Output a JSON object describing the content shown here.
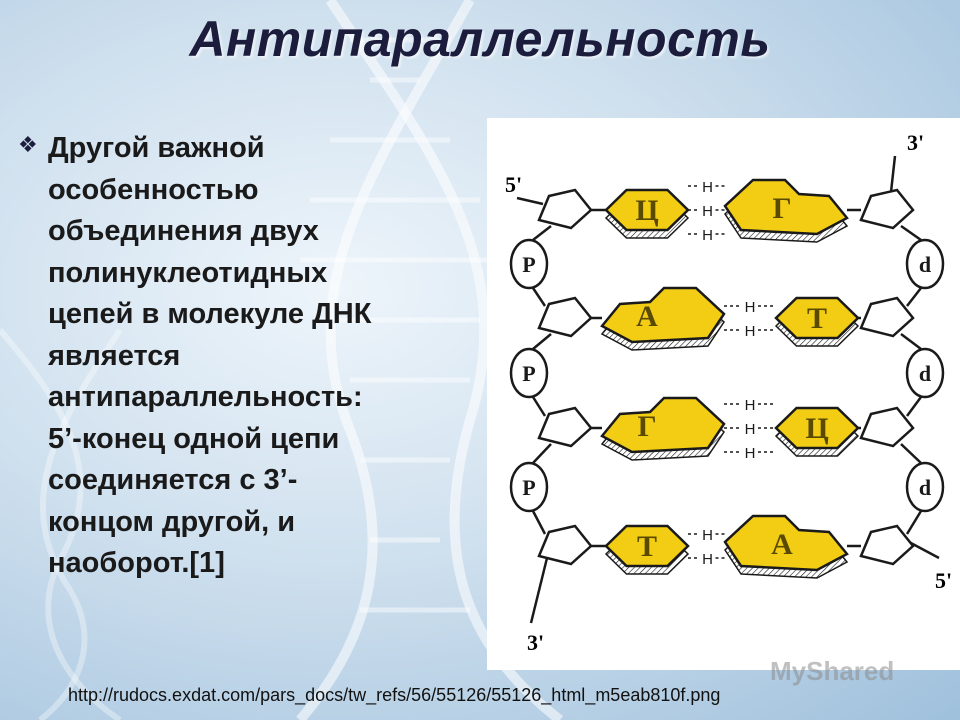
{
  "slide": {
    "title": "Антипараллельность",
    "bullet_text": "Другой важной\nособенностью\nобъединения двух\nполинуклеотидных\nцепей в молекуле ДНК\nявляется\nантипараллельность:\n5’-конец одной цепи\nсоединяется с 3’-\nконцом другой, и\nнаоборот.[1]",
    "bullet_icon": "diamond-bullet-icon",
    "source_url": "http://rudocs.exdat.com/pars_docs/tw_refs/56/55126/55126_html_m5eab810f.png",
    "watermark": "MyShared"
  },
  "figure": {
    "end_labels": {
      "top_left": "5'",
      "top_right": "3'",
      "bottom_left": "3'",
      "bottom_right": "5'"
    },
    "phosphate_label": "P",
    "deoxyribose_label": "d",
    "hbond_label": "H",
    "base_pairs": [
      {
        "left": "Ц",
        "right": "Г",
        "hbonds": 3
      },
      {
        "left": "А",
        "right": "Т",
        "hbonds": 2
      },
      {
        "left": "Г",
        "right": "Ц",
        "hbonds": 3
      },
      {
        "left": "Т",
        "right": "А",
        "hbonds": 2
      }
    ],
    "colors": {
      "base_fill": "#f2cd14",
      "outline": "#1a1a1a"
    }
  }
}
